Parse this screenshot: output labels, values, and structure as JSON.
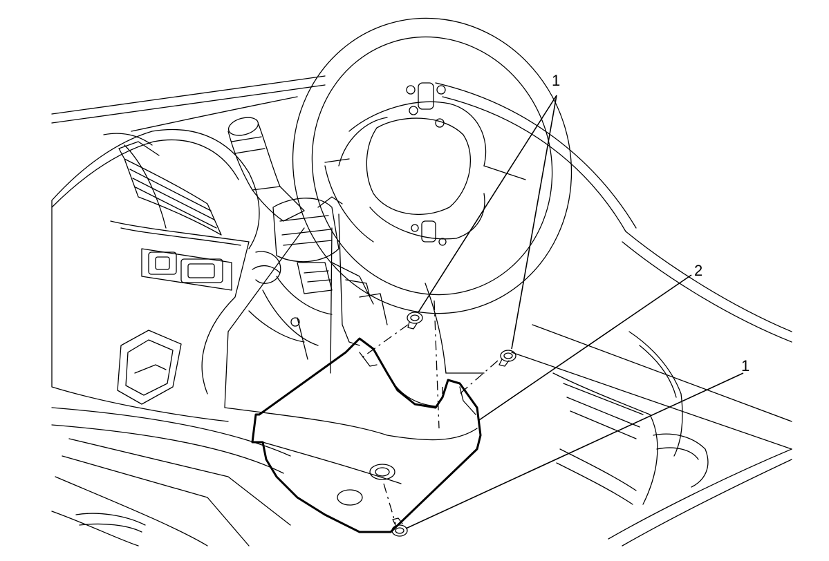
{
  "callouts": [
    {
      "id": "fastener-upper",
      "label": "1"
    },
    {
      "id": "cover",
      "label": "2"
    },
    {
      "id": "fastener-lower",
      "label": "1"
    }
  ]
}
